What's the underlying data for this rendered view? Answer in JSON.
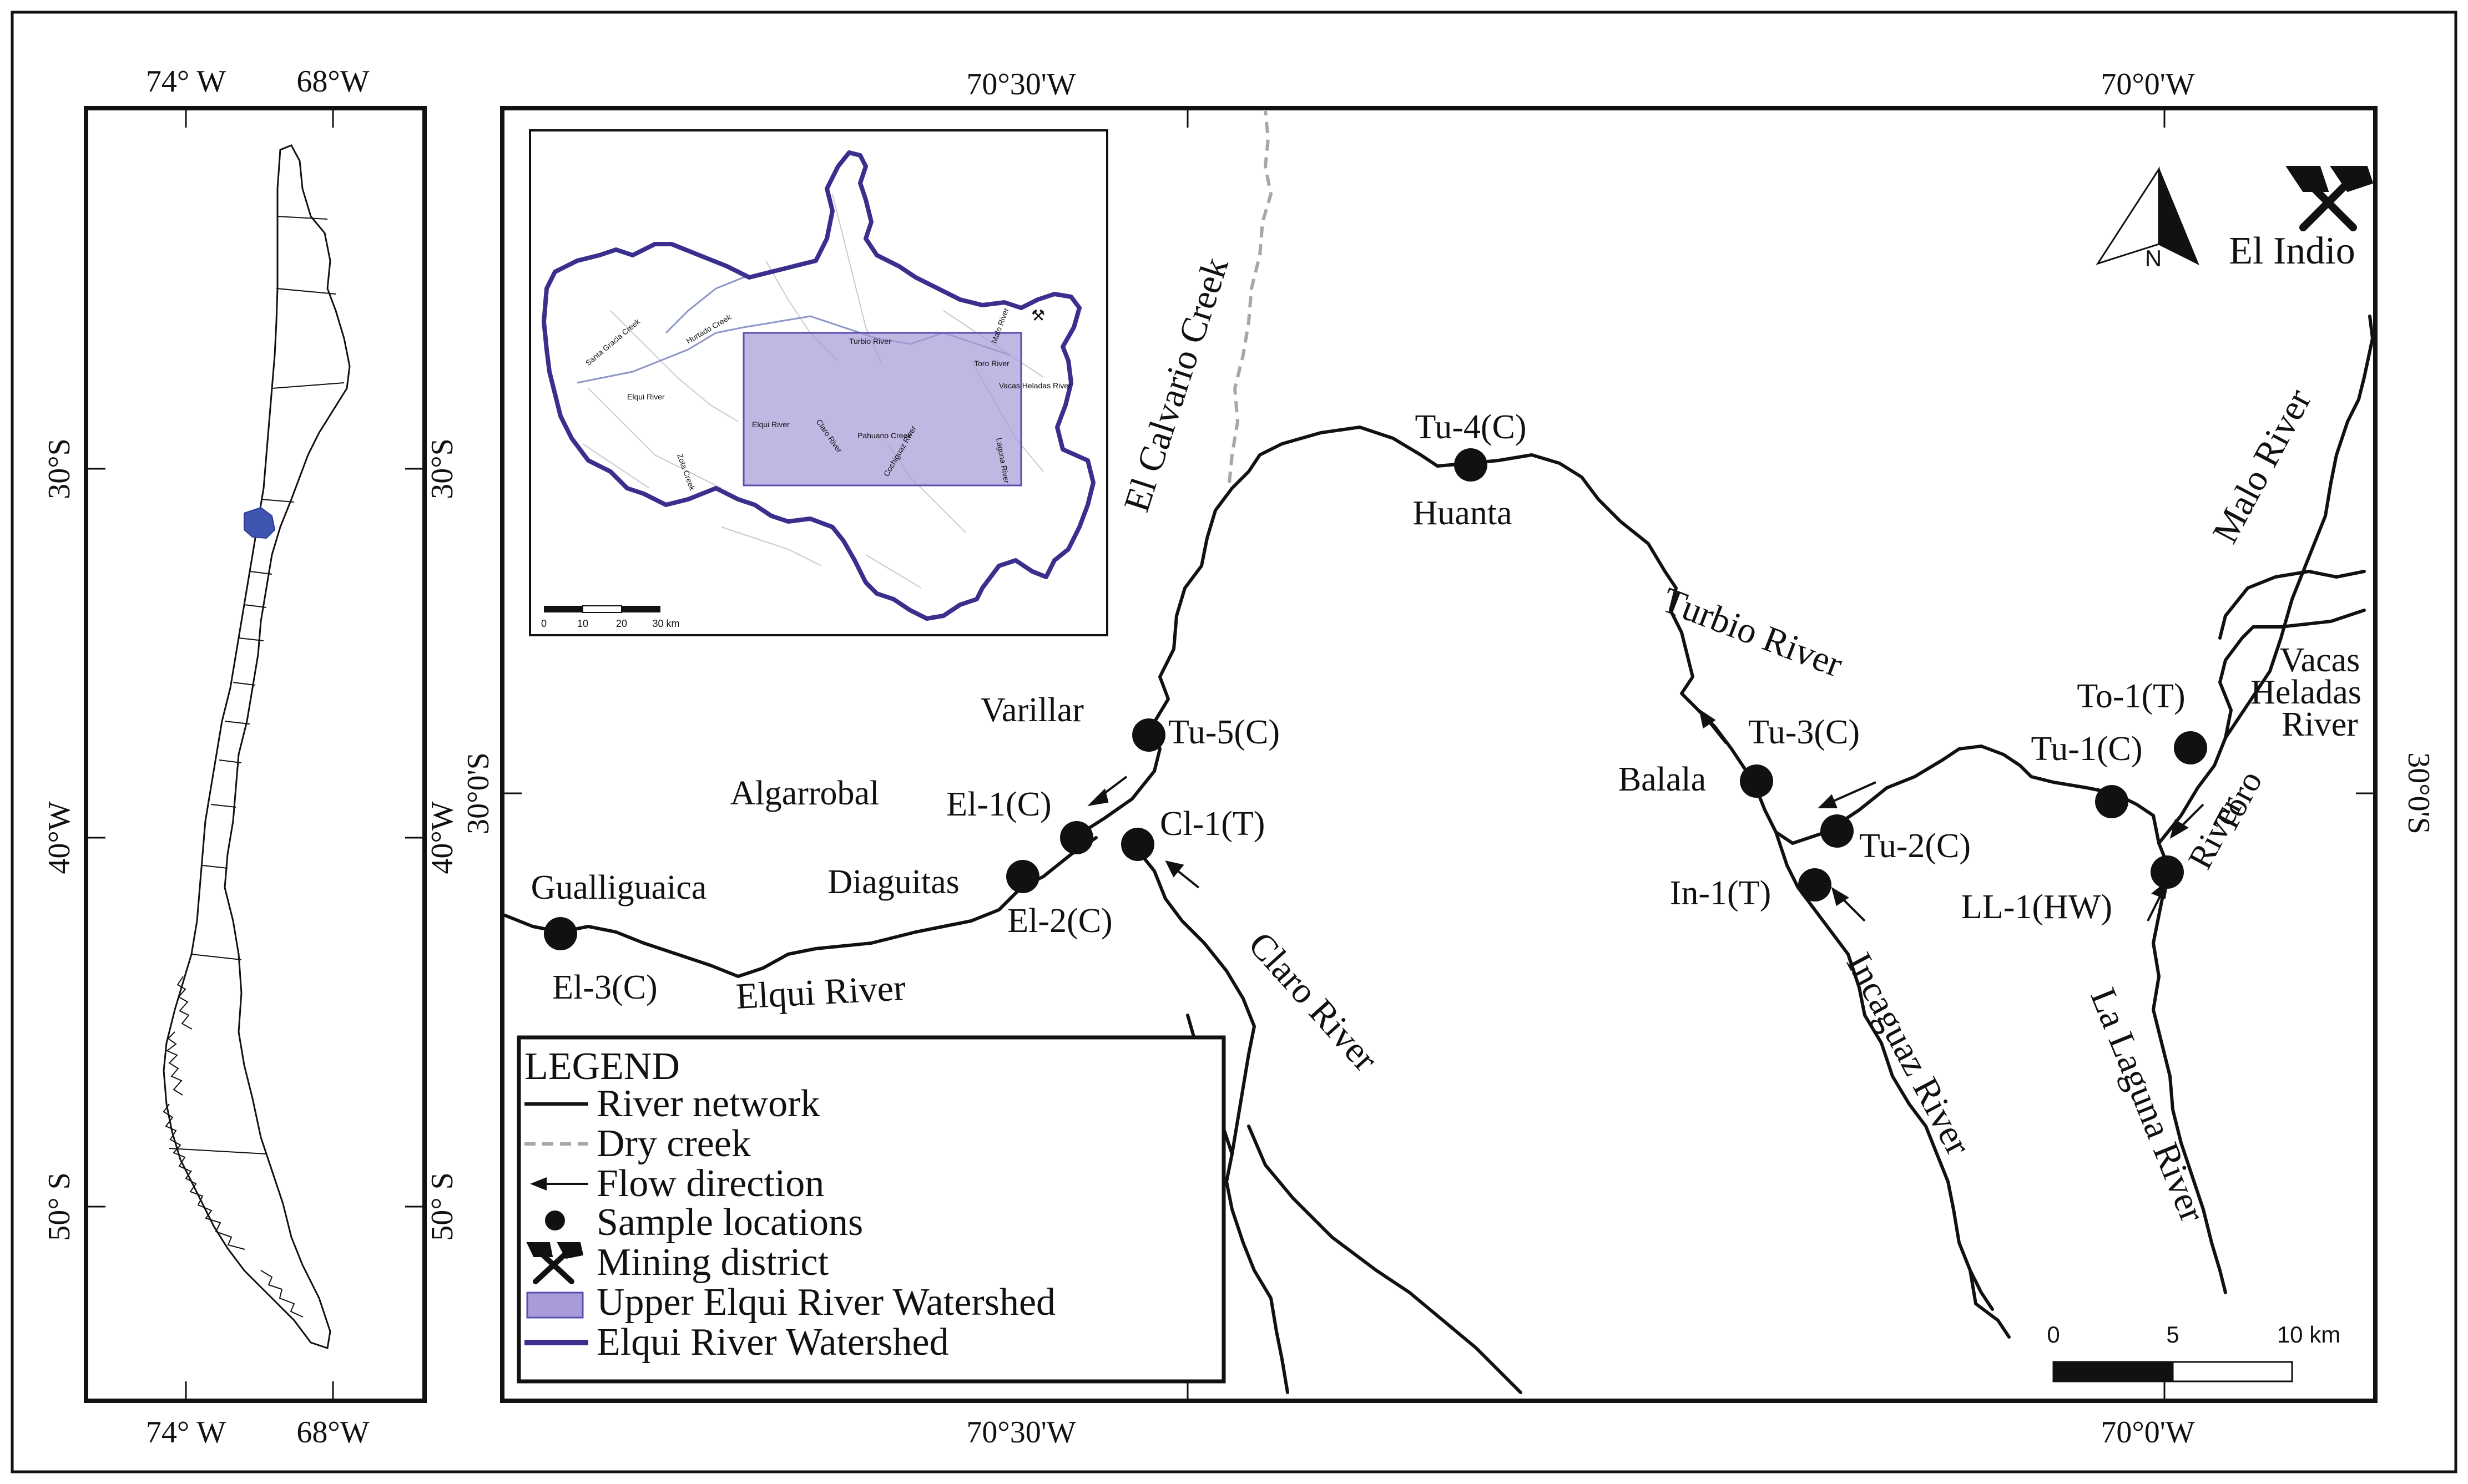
{
  "left_map": {
    "top_ticks": [
      "74° W",
      "68°W"
    ],
    "bottom_ticks": [
      "74° W",
      "68°W"
    ],
    "left_ticks": [
      "30°S",
      "40°W",
      "50° S"
    ],
    "right_ticks": [
      "30°S",
      "40°W",
      "50° S"
    ]
  },
  "main_map": {
    "top_ticks": [
      "70°30'W",
      "70°0'W"
    ],
    "bottom_ticks": [
      "70°30'W",
      "70°0'W"
    ],
    "left_tick": "30°0'S",
    "right_tick": "30°0'S",
    "north_label": "N",
    "mining_district_label": "El Indio",
    "rivers": {
      "el_calvario": "El Calvario Creek",
      "turbio": "Turbio River",
      "malo": "Malo River",
      "vacas_1": "Vacas",
      "vacas_2": "Heladas",
      "vacas_3": "River",
      "toro_1": "Toro",
      "toro_2": "River",
      "elqui": "Elqui River",
      "claro": "Claro River",
      "incaguaz": "Incaguaz River",
      "la_laguna": "La Laguna River"
    },
    "places": {
      "huanta": "Huanta",
      "varillar": "Varillar",
      "algarrobal": "Algarrobal",
      "diaguitas": "Diaguitas",
      "gualliguaica": "Gualliguaica",
      "balala": "Balala"
    },
    "samples": {
      "tu4": "Tu-4(C)",
      "tu5": "Tu-5(C)",
      "el1": "El-1(C)",
      "cl1": "Cl-1(T)",
      "el2": "El-2(C)",
      "el3": "El-3(C)",
      "tu3": "Tu-3(C)",
      "tu2": "Tu-2(C)",
      "in1": "In-1(T)",
      "tu1": "Tu-1(C)",
      "to1": "To-1(T)",
      "ll1": "LL-1(HW)"
    },
    "scale_bar": {
      "ticks": [
        "0",
        "5",
        "10 km"
      ]
    },
    "legend": {
      "title": "LEGEND",
      "items": [
        {
          "label": "River network",
          "symbol": "solid-line"
        },
        {
          "label": "Dry creek",
          "symbol": "dashed-line"
        },
        {
          "label": "Flow direction",
          "symbol": "arrow-icon"
        },
        {
          "label": "Sample locations",
          "symbol": "dot"
        },
        {
          "label": "Mining district",
          "symbol": "crossed-hammers-icon"
        },
        {
          "label": "Upper Elqui River Watershed",
          "symbol": "purple-box"
        },
        {
          "label": "Elqui River Watershed",
          "symbol": "purple-line"
        }
      ]
    }
  },
  "inset": {
    "scale_ticks": [
      "0",
      "10",
      "20",
      "30 km"
    ],
    "labels": {
      "turbio": "Turbio River",
      "elqui1": "Elqui River",
      "elqui2": "Elqui River",
      "claro": "Claro River",
      "pahuano": "Pahuano Creek",
      "cochiguaz": "Cochiguaz River",
      "vacas": "Vacas Heladas River",
      "laguna": "Laguna River",
      "malo": "Malo River",
      "toro": "Toro River",
      "santa_gracia": "Santa Gracia Creek",
      "hurtado": "Hurtado Creek",
      "zota": "Zota Creek"
    }
  },
  "colors": {
    "ink": "#111111",
    "dry_creek": "#a9a5aa",
    "watershed_outline": "#3a2f8c",
    "upper_watershed_fill": "#a99bd8",
    "chile_highlight": "#3f56b0"
  }
}
